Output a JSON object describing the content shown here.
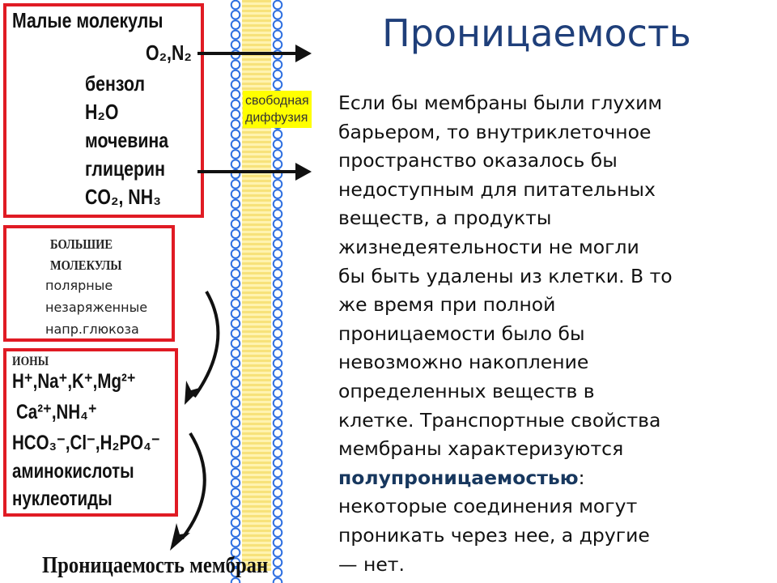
{
  "title": "Проницаемость",
  "diagram": {
    "small_box": {
      "heading": "Малые молекулы",
      "items": [
        "O₂,N₂",
        "бензол",
        "H₂O",
        "мочевина",
        "глицерин",
        "CO₂, NH₃"
      ]
    },
    "diffusion_label": [
      "свободная",
      "диффузия"
    ],
    "large_box": {
      "heading": [
        "БОЛЬШИЕ",
        "МОЛЕКУЛЫ"
      ],
      "items": [
        "полярные",
        "незаряженные",
        "напр.глюкоза"
      ]
    },
    "ions_box": {
      "heading": "ИОНЫ",
      "items": [
        "H⁺,Na⁺,K⁺,Mg²⁺",
        "Ca²⁺,NH₄⁺",
        "HCO₃⁻,Cl⁻,H₂PO₄⁻",
        "аминокислоты",
        "нуклеотиды"
      ]
    },
    "caption": "Проницаемость мембран"
  },
  "paragraph": {
    "lines_before": [
      "Если бы мембраны были глухим",
      "барьером, то внутриклеточное",
      "пространство оказалось бы",
      "недоступным для питательных",
      "веществ, а продукты",
      "жизнедеятельности не могли",
      "бы быть удалены из клетки. В то",
      "же время при полной",
      "проницаемости было бы",
      "невозможно накопление",
      "определенных веществ в",
      "клетке. Транспортные свойства",
      "мембраны характеризуются"
    ],
    "highlight": "полупроницаемостью",
    "highlight_suffix": ":",
    "lines_after": [
      "некоторые соединения могут",
      "проникать через нее, а другие",
      "— нет."
    ]
  },
  "colors": {
    "title": "#1f3f7a",
    "box_border": "#e01b24",
    "membrane_heads": "#2b6de0",
    "membrane_tails": "#f7e27a",
    "label_bg": "#ffff00"
  }
}
